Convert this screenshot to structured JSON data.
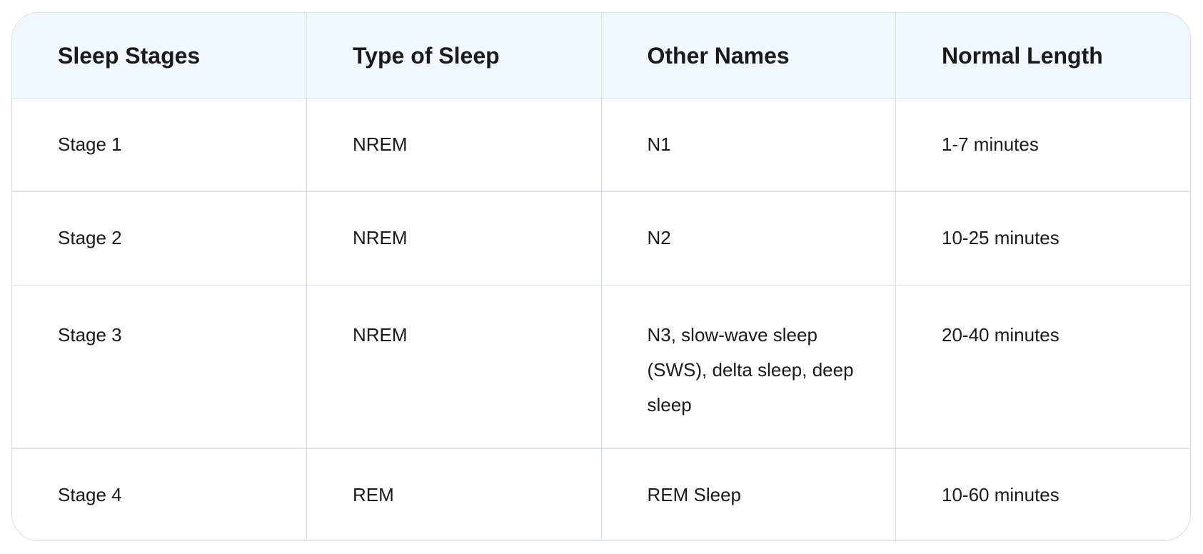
{
  "table": {
    "headers": [
      "Sleep Stages",
      "Type of Sleep",
      "Other Names",
      "Normal Length"
    ],
    "rows": [
      [
        "Stage 1",
        "NREM",
        "N1",
        "1-7 minutes"
      ],
      [
        "Stage 2",
        "NREM",
        "N2",
        "10-25 minutes"
      ],
      [
        "Stage 3",
        "NREM",
        "N3, slow-wave sleep (SWS), delta sleep, deep sleep",
        "20-40 minutes"
      ],
      [
        "Stage 4",
        "REM",
        "REM Sleep",
        "10-60 minutes"
      ]
    ]
  },
  "colors": {
    "header_background": "#f1f7fd",
    "border": "#d8e0ee",
    "text": "#1a1a1a"
  }
}
